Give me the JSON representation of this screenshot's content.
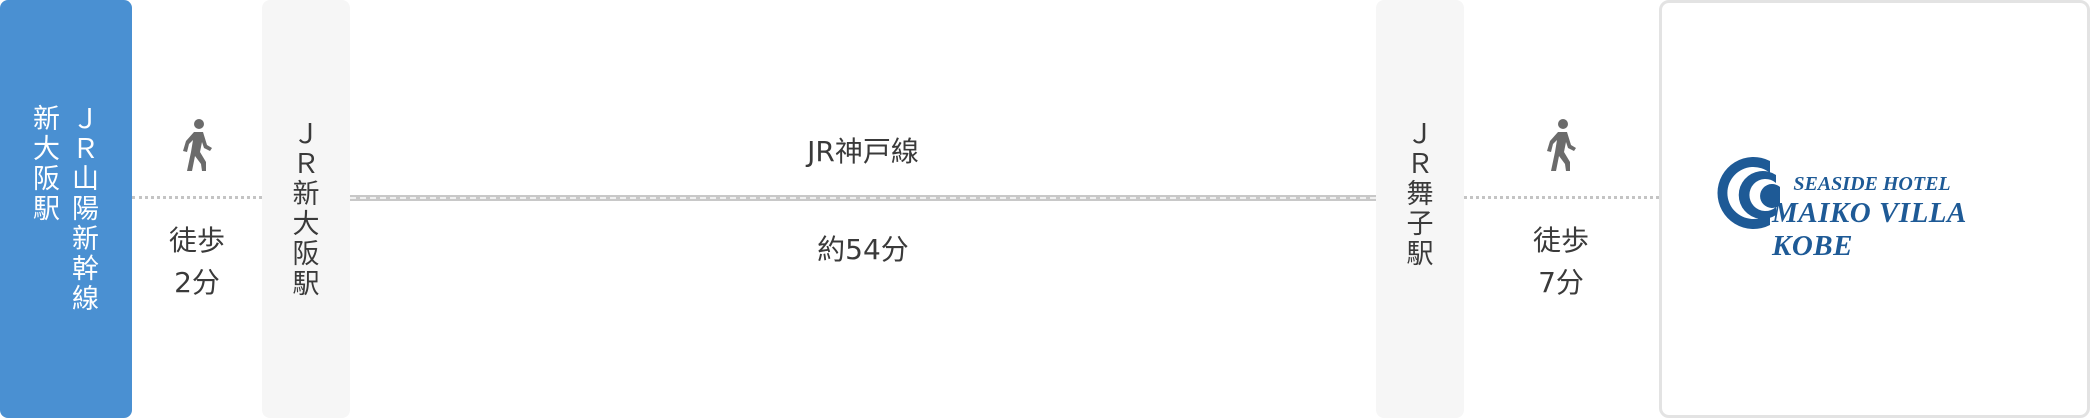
{
  "origin": {
    "station_chars": [
      "新",
      "大",
      "阪",
      "駅"
    ],
    "line_chars": [
      "Ｊ",
      "Ｒ",
      "山",
      "陽",
      "新",
      "幹",
      "線"
    ]
  },
  "walk1": {
    "line1": "徒歩",
    "line2": "2分",
    "icon": "walking-person-icon"
  },
  "station1": {
    "chars": [
      "Ｊ",
      "Ｒ",
      "新",
      "大",
      "阪",
      "駅"
    ]
  },
  "train": {
    "line_name": "JR神戸線",
    "duration": "約54分"
  },
  "station2": {
    "chars": [
      "Ｊ",
      "Ｒ",
      "舞",
      "子",
      "駅"
    ]
  },
  "walk2": {
    "line1": "徒歩",
    "line2": "7分",
    "icon": "walking-person-icon"
  },
  "destination": {
    "logo_top": "SEASIDE HOTEL",
    "logo_main": "MAIKO VILLA KOBE"
  },
  "colors": {
    "origin_bg": "#4a90d2",
    "logo": "#1e5a96",
    "station_bg": "#f6f6f6"
  }
}
